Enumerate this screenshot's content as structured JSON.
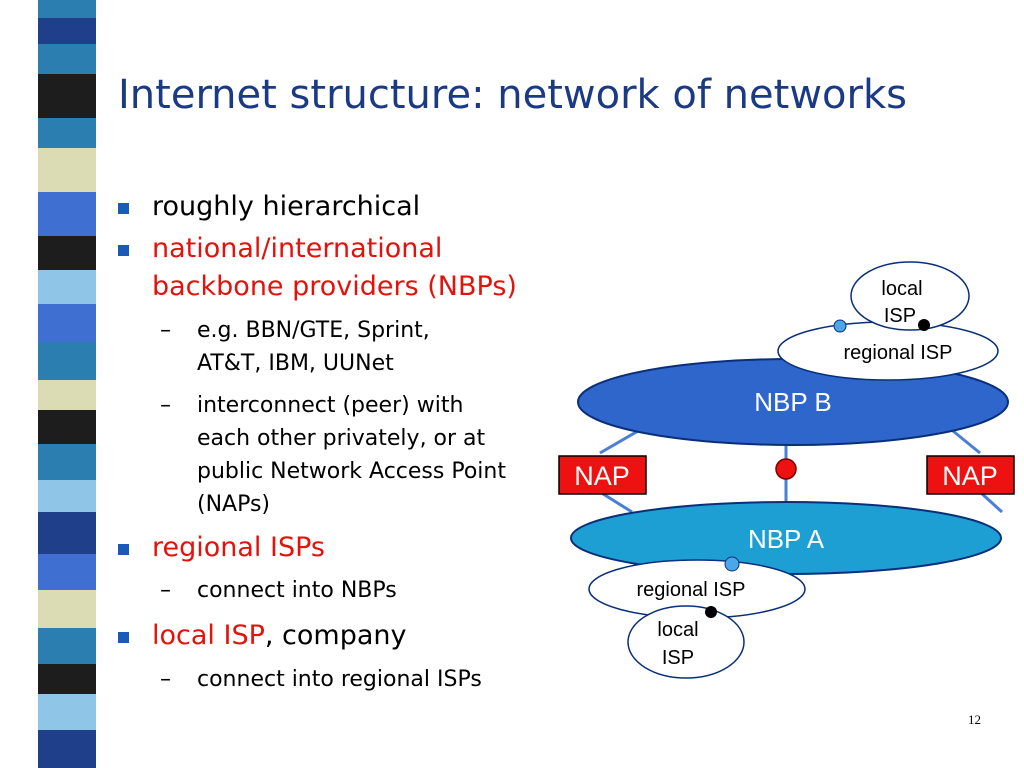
{
  "slide": {
    "title": "Internet structure: network of networks",
    "page_number": "12"
  },
  "bullets": {
    "b1": "roughly hierarchical",
    "b2_line1": "national/international",
    "b2_line2": "backbone providers (NBPs)",
    "b2_sub1_line1": "e.g. BBN/GTE, Sprint,",
    "b2_sub1_line2": "AT&T, IBM, UUNet",
    "b2_sub2_line1": "interconnect (peer) with",
    "b2_sub2_line2": "each other privately, or at",
    "b2_sub2_line3": "public Network Access Point",
    "b2_sub2_line4": "(NAPs)",
    "b3": "regional ISPs",
    "b3_sub1": "connect into NBPs",
    "b4_red": "local ISP",
    "b4_rest": ", company",
    "b4_sub1": "connect into regional ISPs"
  },
  "diagram": {
    "nbp_b": "NBP B",
    "nbp_a": "NBP A",
    "nap_left": "NAP",
    "nap_right": "NAP",
    "regional_top": "regional ISP",
    "regional_bottom": "regional ISP",
    "local_top_line1": "local",
    "local_top_line2": "ISP",
    "local_bottom_line1": "local",
    "local_bottom_line2": "ISP"
  },
  "colors": {
    "title": "#1b3a86",
    "accent_red": "#e3120b",
    "nbp_b_fill": "#2f66cc",
    "nbp_a_fill": "#1d9fd3",
    "nap_fill": "#ee1111",
    "connector": "#4a7fd6"
  }
}
